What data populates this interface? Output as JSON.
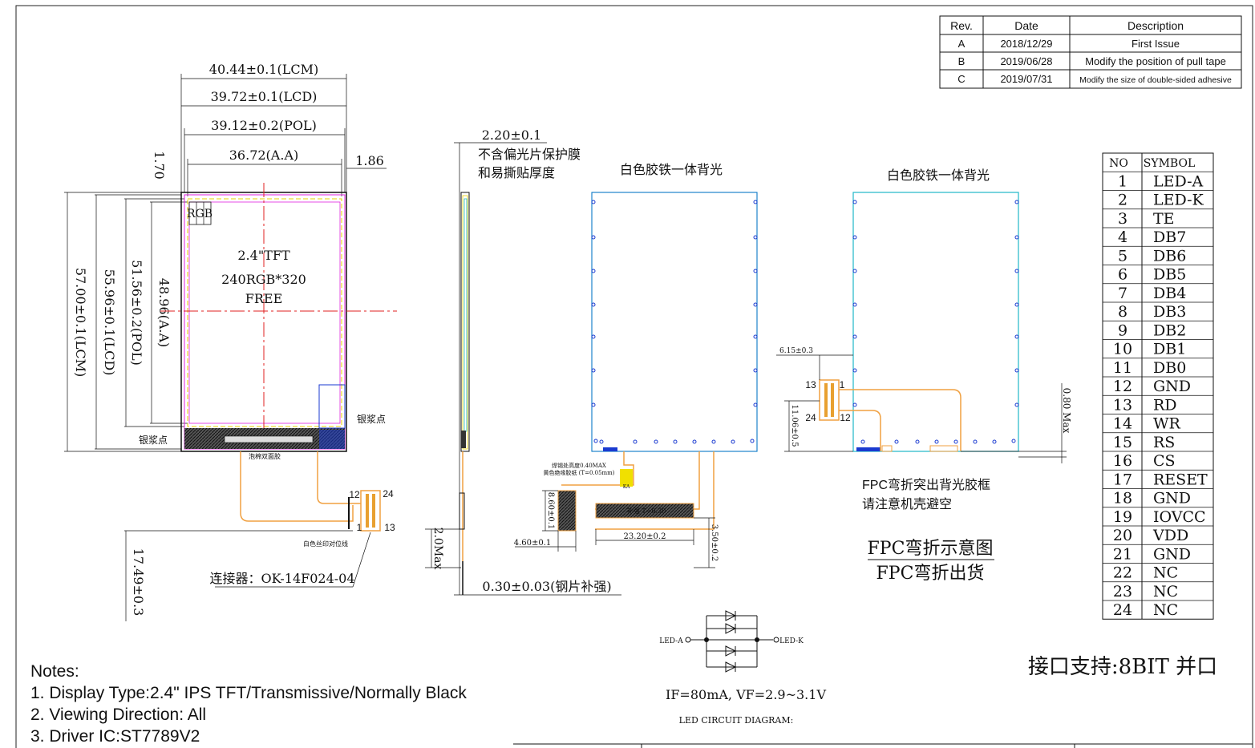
{
  "revision_table": {
    "headers": [
      "Rev.",
      "Date",
      "Description"
    ],
    "rows": [
      [
        "A",
        "2018/12/29",
        "First Issue"
      ],
      [
        "B",
        "2019/06/28",
        "Modify the position of pull tape"
      ],
      [
        "C",
        "2019/07/31",
        "Modify the size of double-sided adhesive"
      ]
    ]
  },
  "front_view": {
    "dim_lcm_w": "40.44±0.1(LCM)",
    "dim_lcd_w": "39.72±0.1(LCD)",
    "dim_pol_w": "39.12±0.2(POL)",
    "dim_aa_w": "36.72(A.A)",
    "dim_top": "1.70",
    "dim_right": "1.86",
    "dim_lcm_h": "57.00±0.1(LCM)",
    "dim_lcd_h": "55.96±0.1(LCD)",
    "dim_pol_h": "51.56±0.2(POL)",
    "dim_aa_h": "48.96(A.A)",
    "dim_fpc": "17.49±0.3",
    "rgb": "RGB",
    "label_size": "2.4\"TFT",
    "label_res": "240RGB*320",
    "label_free": "FREE",
    "glue_left": "银浆点",
    "glue_right": "银浆点",
    "connector": "连接器：OK-14F024-04",
    "pin12": "12",
    "pin24": "24",
    "pin1": "1",
    "pin13": "13",
    "small_note": "白色丝印对位线",
    "fpc_note": "泡棉双面胶"
  },
  "side_view": {
    "thickness": "2.20±0.1",
    "note1": "不含偏光片保护膜",
    "note2": "和易撕贴厚度",
    "max": "2.0Max",
    "stiffener": "0.30±0.03(钢片补强)"
  },
  "back_view": {
    "title": "白色胶铁一体背光",
    "tape_note1": "焊锡处高度0.40MAX",
    "tape_note2": "黄色绝缘胶纸 (T=0.05mm)",
    "dim_4_60": "4.60±0.1",
    "dim_8_60": "8.60±0.1",
    "dim_23_20": "23.20±0.2",
    "dim_3_50": "3.50±0.2",
    "stiffener_label": "补强 T=0.30"
  },
  "fpc_view": {
    "title": "白色胶铁一体背光",
    "dim_6_15": "6.15±0.3",
    "dim_11_06": "11.06±0.5",
    "dim_0_80": "0.80 Max",
    "pin13": "13",
    "pin1": "1",
    "pin24": "24",
    "pin12": "12",
    "note1": "FPC弯折突出背光胶框",
    "note2": "请注意机壳避空",
    "caption1": "FPC弯折示意图",
    "caption2": "FPC弯折出货"
  },
  "pin_table": {
    "headers": [
      "NO",
      "SYMBOL"
    ],
    "rows": [
      [
        "1",
        "LED-A"
      ],
      [
        "2",
        "LED-K"
      ],
      [
        "3",
        "TE"
      ],
      [
        "4",
        "DB7"
      ],
      [
        "5",
        "DB6"
      ],
      [
        "6",
        "DB5"
      ],
      [
        "7",
        "DB4"
      ],
      [
        "8",
        "DB3"
      ],
      [
        "9",
        "DB2"
      ],
      [
        "10",
        "DB1"
      ],
      [
        "11",
        "DB0"
      ],
      [
        "12",
        "GND"
      ],
      [
        "13",
        "RD"
      ],
      [
        "14",
        "WR"
      ],
      [
        "15",
        "RS"
      ],
      [
        "16",
        "CS"
      ],
      [
        "17",
        "RESET"
      ],
      [
        "18",
        "GND"
      ],
      [
        "19",
        "IOVCC"
      ],
      [
        "20",
        "VDD"
      ],
      [
        "21",
        "GND"
      ],
      [
        "22",
        "NC"
      ],
      [
        "23",
        "NC"
      ],
      [
        "24",
        "NC"
      ]
    ]
  },
  "led_circuit": {
    "anode": "LED-A",
    "cathode": "LED-K",
    "spec": "IF=80mA, VF=2.9~3.1V",
    "title": "LED CIRCUIT DIAGRAM:"
  },
  "interface": "接口支持:8BIT 并口",
  "notes": {
    "title": "Notes:",
    "items": [
      "1. Display Type:2.4\" IPS TFT/Transmissive/Normally Black",
      "2. Viewing Direction: All",
      "3. Driver IC:ST7789V2"
    ]
  },
  "colors": {
    "magenta": "#e020e0",
    "red": "#e02020",
    "yellow": "#e8d000",
    "orange": "#f0a040",
    "blue": "#1a3ad0",
    "cyan": "#20b8c8"
  }
}
